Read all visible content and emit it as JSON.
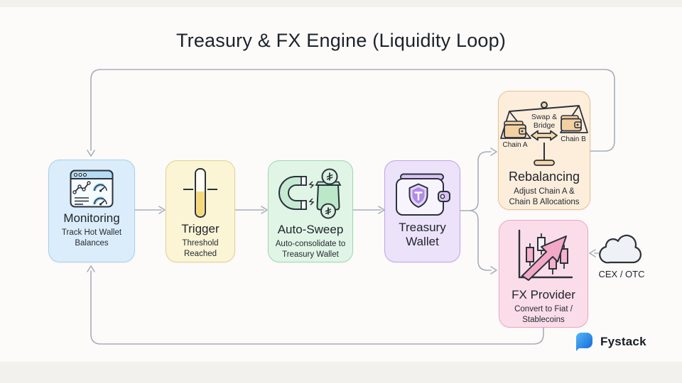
{
  "title": "Treasury & FX Engine (Liquidity Loop)",
  "nodes": {
    "monitoring": {
      "label": "Monitoring",
      "sublabel": "Track Hot Wallet Balances"
    },
    "trigger": {
      "label": "Trigger",
      "sublabel": "Threshold Reached"
    },
    "autosweep": {
      "label": "Auto-Sweep",
      "sublabel": "Auto-consolidate to Treasury Wallet"
    },
    "treasury": {
      "label": "Treasury Wallet"
    },
    "rebalancing": {
      "label": "Rebalancing",
      "sublabel": "Adjust Chain A & Chain B Allocations",
      "scale": {
        "center_top": "Swap &",
        "center_bottom": "Bridge",
        "left": "Chain A",
        "right": "Chain B"
      }
    },
    "fx_provider": {
      "label": "FX Provider",
      "sublabel": "Convert to Fiat / Stablecoins"
    }
  },
  "external": {
    "label": "CEX / OTC"
  },
  "brand": {
    "name": "Fystack",
    "logo_color": "#1b6fe0"
  },
  "colors": {
    "monitoring_bg": "#dbedfa",
    "monitoring_border": "#a9cfe9",
    "trigger_bg": "#fbf5d5",
    "trigger_border": "#e2d38c",
    "autosweep_bg": "#e0f5e6",
    "autosweep_border": "#a2d6af",
    "treasury_bg": "#ece2f9",
    "treasury_border": "#c0a3e6",
    "rebalancing_bg": "#fdeedc",
    "rebalancing_border": "#eabf8d",
    "fx_bg": "#fbdde9",
    "fx_border": "#eba6c1",
    "connector": "#a6aeb9",
    "ink": "#2b323c"
  },
  "icons": {
    "monitoring": "dashboard-gauges-icon",
    "trigger": "threshold-level-icon",
    "autosweep": "magnet-sweep-icon",
    "treasury": "shield-wallet-icon",
    "rebalancing": "balance-scale-icon",
    "fx_provider": "candlestick-uptrend-icon",
    "external": "cloud-icon",
    "brand": "fystack-logo"
  }
}
